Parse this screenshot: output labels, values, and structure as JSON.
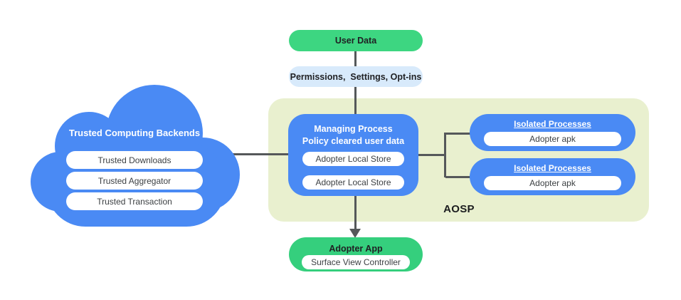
{
  "palette": {
    "blue": "#4A8AF4",
    "green_user_data": "#3DD681",
    "green_adopter_app": "#35CF7D",
    "light_blue": "#D8EAFB",
    "aosp_background": "#E9F0CF",
    "connector_line": "#55585A",
    "dark_text": "#202124",
    "pill_text": "#3C4043"
  },
  "cloud": {
    "title": "Trusted Computing Backends",
    "items": [
      "Trusted Downloads",
      "Trusted Aggregator",
      "Trusted Transaction"
    ]
  },
  "flow": {
    "user_data_label": "User Data",
    "permissions_label": "Permissions,  Settings, Opt-ins"
  },
  "aosp": {
    "label": "AOSP",
    "managing_process": {
      "title_line1": "Managing Process",
      "title_line2": "Policy cleared user data",
      "items": [
        "Adopter Local Store",
        "Adopter Local Store"
      ]
    },
    "isolated_processes": [
      {
        "title": "Isolated Processes",
        "item": "Adopter apk"
      },
      {
        "title": "Isolated Processes",
        "item": "Adopter apk"
      }
    ]
  },
  "adopter_app": {
    "title": "Adopter App",
    "item": "Surface View Controller"
  }
}
